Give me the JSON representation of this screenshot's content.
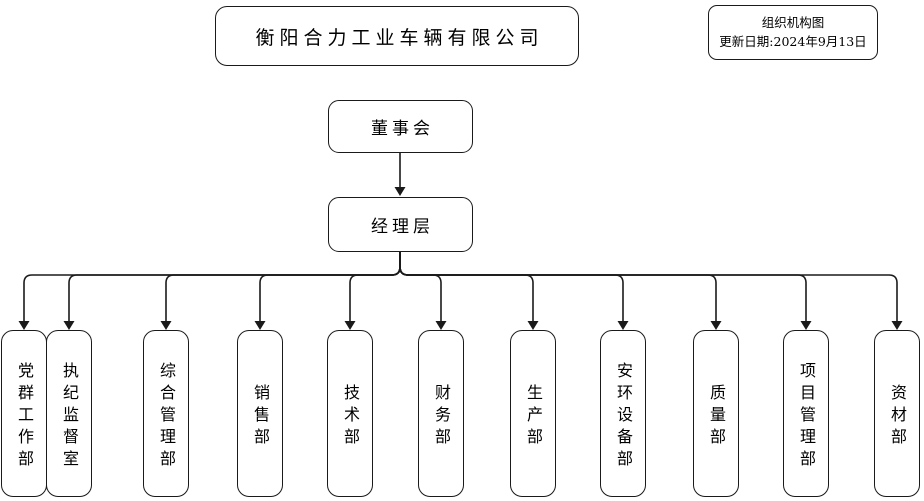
{
  "header": {
    "company_title": "衡阳合力工业车辆有限公司",
    "chart_label": "组织机构图",
    "update_date": "更新日期:2024年9月13日"
  },
  "nodes": {
    "board": "董事会",
    "management": "经理层"
  },
  "departments": [
    {
      "label": "党群工作部"
    },
    {
      "label": "执纪监督室"
    },
    {
      "label": "综合管理部"
    },
    {
      "label": "销售部"
    },
    {
      "label": "技术部"
    },
    {
      "label": "财务部"
    },
    {
      "label": "生产部"
    },
    {
      "label": "安环设备部"
    },
    {
      "label": "质量部"
    },
    {
      "label": "项目管理部"
    },
    {
      "label": "资材部"
    }
  ],
  "colors": {
    "line": "#1a1a1a",
    "box_border": "#1a1a1a",
    "background": "#ffffff",
    "text": "#000000"
  }
}
